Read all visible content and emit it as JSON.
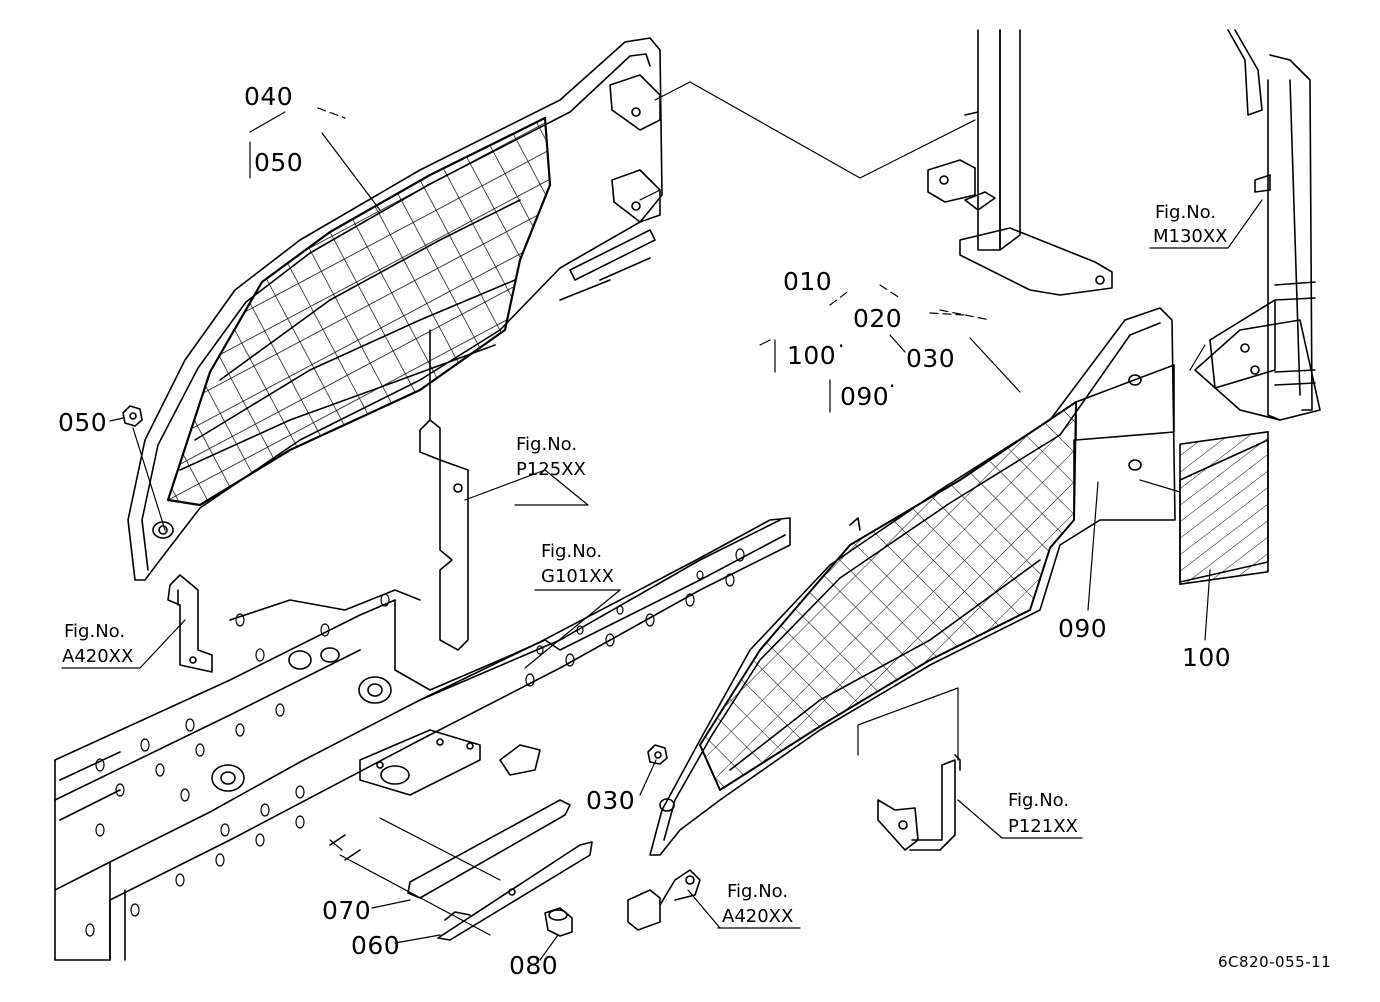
{
  "parts": {
    "p040": "040",
    "p050_top": "050",
    "p050_nut": "050",
    "p010": "010",
    "p020": "020",
    "p100_group": "100",
    "p030_group": "030",
    "p090_group": "090",
    "p090": "090",
    "p100": "100",
    "p030": "030",
    "p070": "070",
    "p060": "060",
    "p080": "080"
  },
  "figrefs": {
    "m130": {
      "line1": "Fig.No.",
      "line2": "M130XX"
    },
    "p125": {
      "line1": "Fig.No.",
      "line2": "P125XX"
    },
    "g101": {
      "line1": "Fig.No.",
      "line2": "G101XX"
    },
    "a420_left": {
      "line1": "Fig.No.",
      "line2": "A420XX"
    },
    "a420_right": {
      "line1": "Fig.No.",
      "line2": "A420XX"
    },
    "p121": {
      "line1": "Fig.No.",
      "line2": "P121XX"
    }
  },
  "drawing_code": "6C820-055-11",
  "colors": {
    "line": "#000000",
    "paper": "#ffffff"
  }
}
